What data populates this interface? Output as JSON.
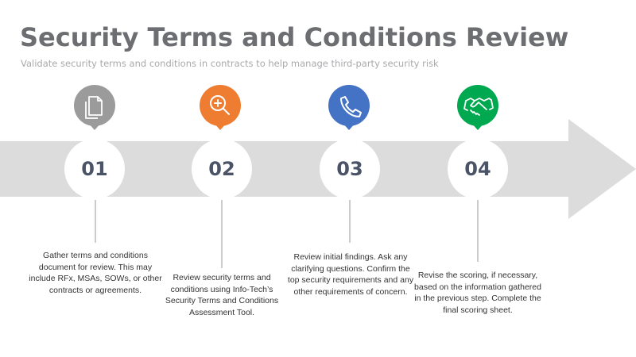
{
  "header": {
    "title": "Security Terms and Conditions Review",
    "subtitle": "Validate security terms and conditions in contracts to help manage third-party security risk"
  },
  "colors": {
    "arrow": "#dcdcdc",
    "title": "#6d6e71",
    "subtitle": "#a7a9ac",
    "number": "#4a5466",
    "connector": "#cccccc"
  },
  "steps": [
    {
      "number": "01",
      "icon": "documents-icon",
      "icon_color": "#9b9b9b",
      "description": "Gather terms and conditions document for review. This may include RFx, MSAs, SOWs, or other contracts or agreements."
    },
    {
      "number": "02",
      "icon": "magnifier-plus-icon",
      "icon_color": "#ee7d31",
      "description": "Review security terms and conditions using Info-Tech’s Security Terms and Conditions Assessment Tool."
    },
    {
      "number": "03",
      "icon": "phone-icon",
      "icon_color": "#4472c4",
      "description": "Review initial findings. Ask any clarifying questions. Confirm the top security requirements and any other requirements of concern."
    },
    {
      "number": "04",
      "icon": "handshake-icon",
      "icon_color": "#00a84f",
      "description": "Revise the scoring, if necessary, based on the information gathered in the previous step. Complete the final scoring sheet."
    }
  ]
}
